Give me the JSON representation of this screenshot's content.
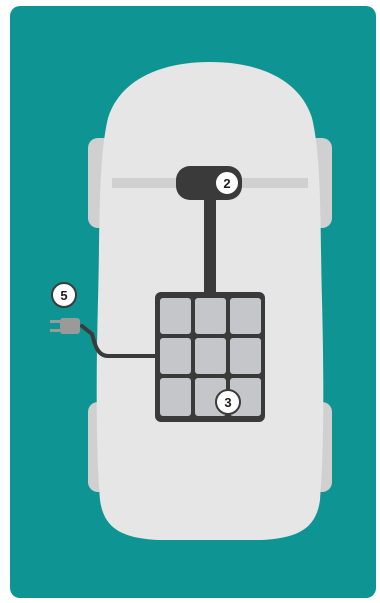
{
  "diagram": {
    "colors": {
      "background_panel": "#0f9494",
      "car_body": "#e6e6e6",
      "wheel": "#d0d0d0",
      "component_dark": "#3a3a3a",
      "battery_cell": "#c4c6ca",
      "badge_fill": "#ffffff"
    },
    "labels": {
      "motor": "2",
      "battery": "3",
      "charge_plug": "5"
    },
    "icons": [
      "plug-icon"
    ]
  }
}
